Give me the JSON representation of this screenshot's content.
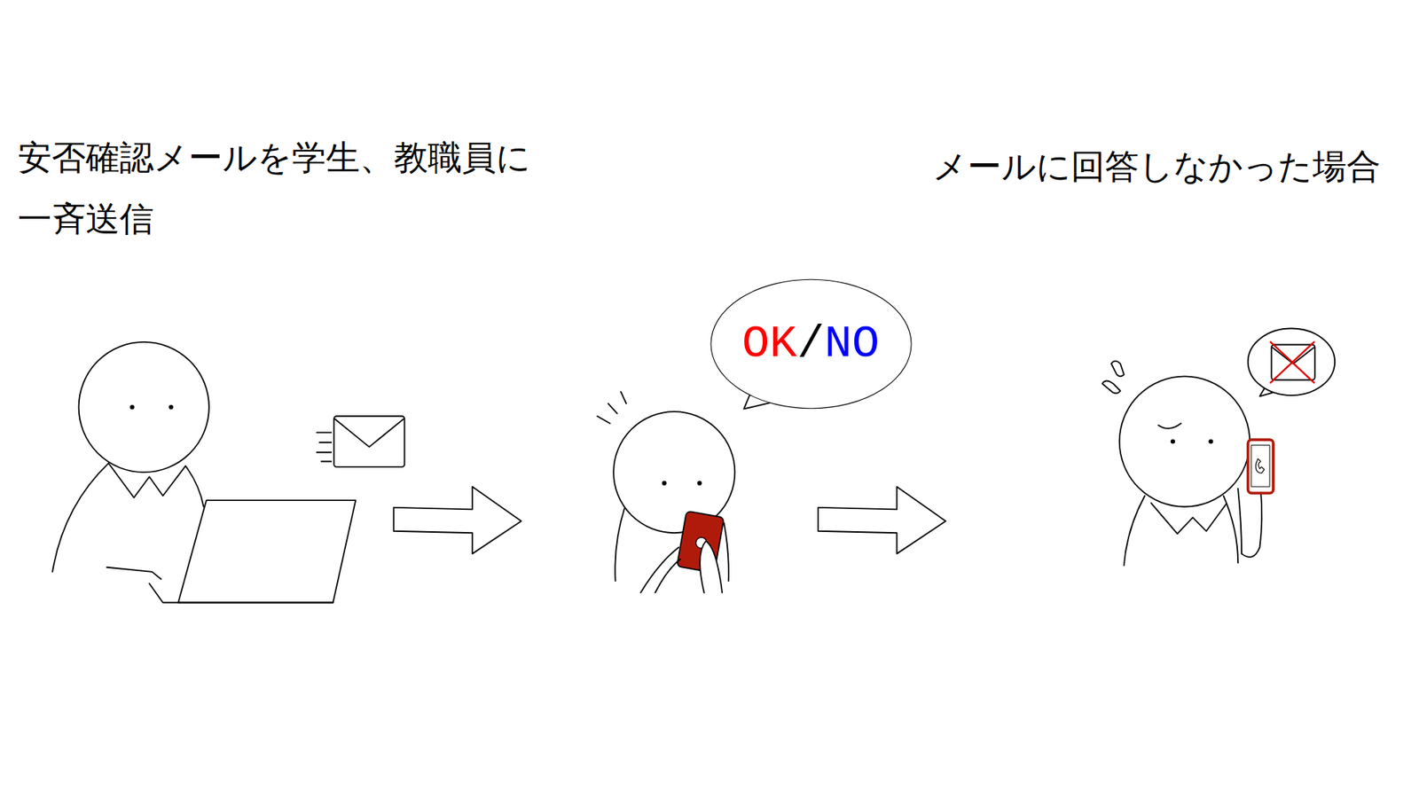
{
  "diagram": {
    "nodes": [
      {
        "text": [
          "OK",
          "/",
          "NO"
        ]
      }
    ],
    "labels": [
      "安否確認メールを学生、教職員に一斉送信",
      "メールに回答しなかった場合"
    ]
  }
}
